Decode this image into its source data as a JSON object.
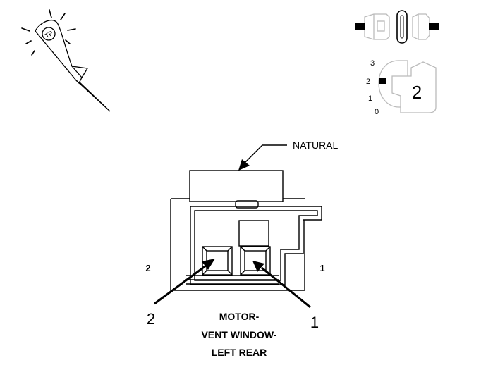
{
  "probe_icon": {
    "label": "TP"
  },
  "connector_icon": {
    "rotation_numbers": [
      "3",
      "2",
      "1",
      "0"
    ],
    "selected_position": "2"
  },
  "callout": {
    "material": "NATURAL"
  },
  "connector": {
    "pin_labels": {
      "left": "2",
      "right": "1"
    },
    "pointer_labels": {
      "left": "2",
      "right": "1"
    }
  },
  "caption": {
    "lines": [
      "MOTOR-",
      "VENT WINDOW-",
      "LEFT REAR"
    ]
  }
}
